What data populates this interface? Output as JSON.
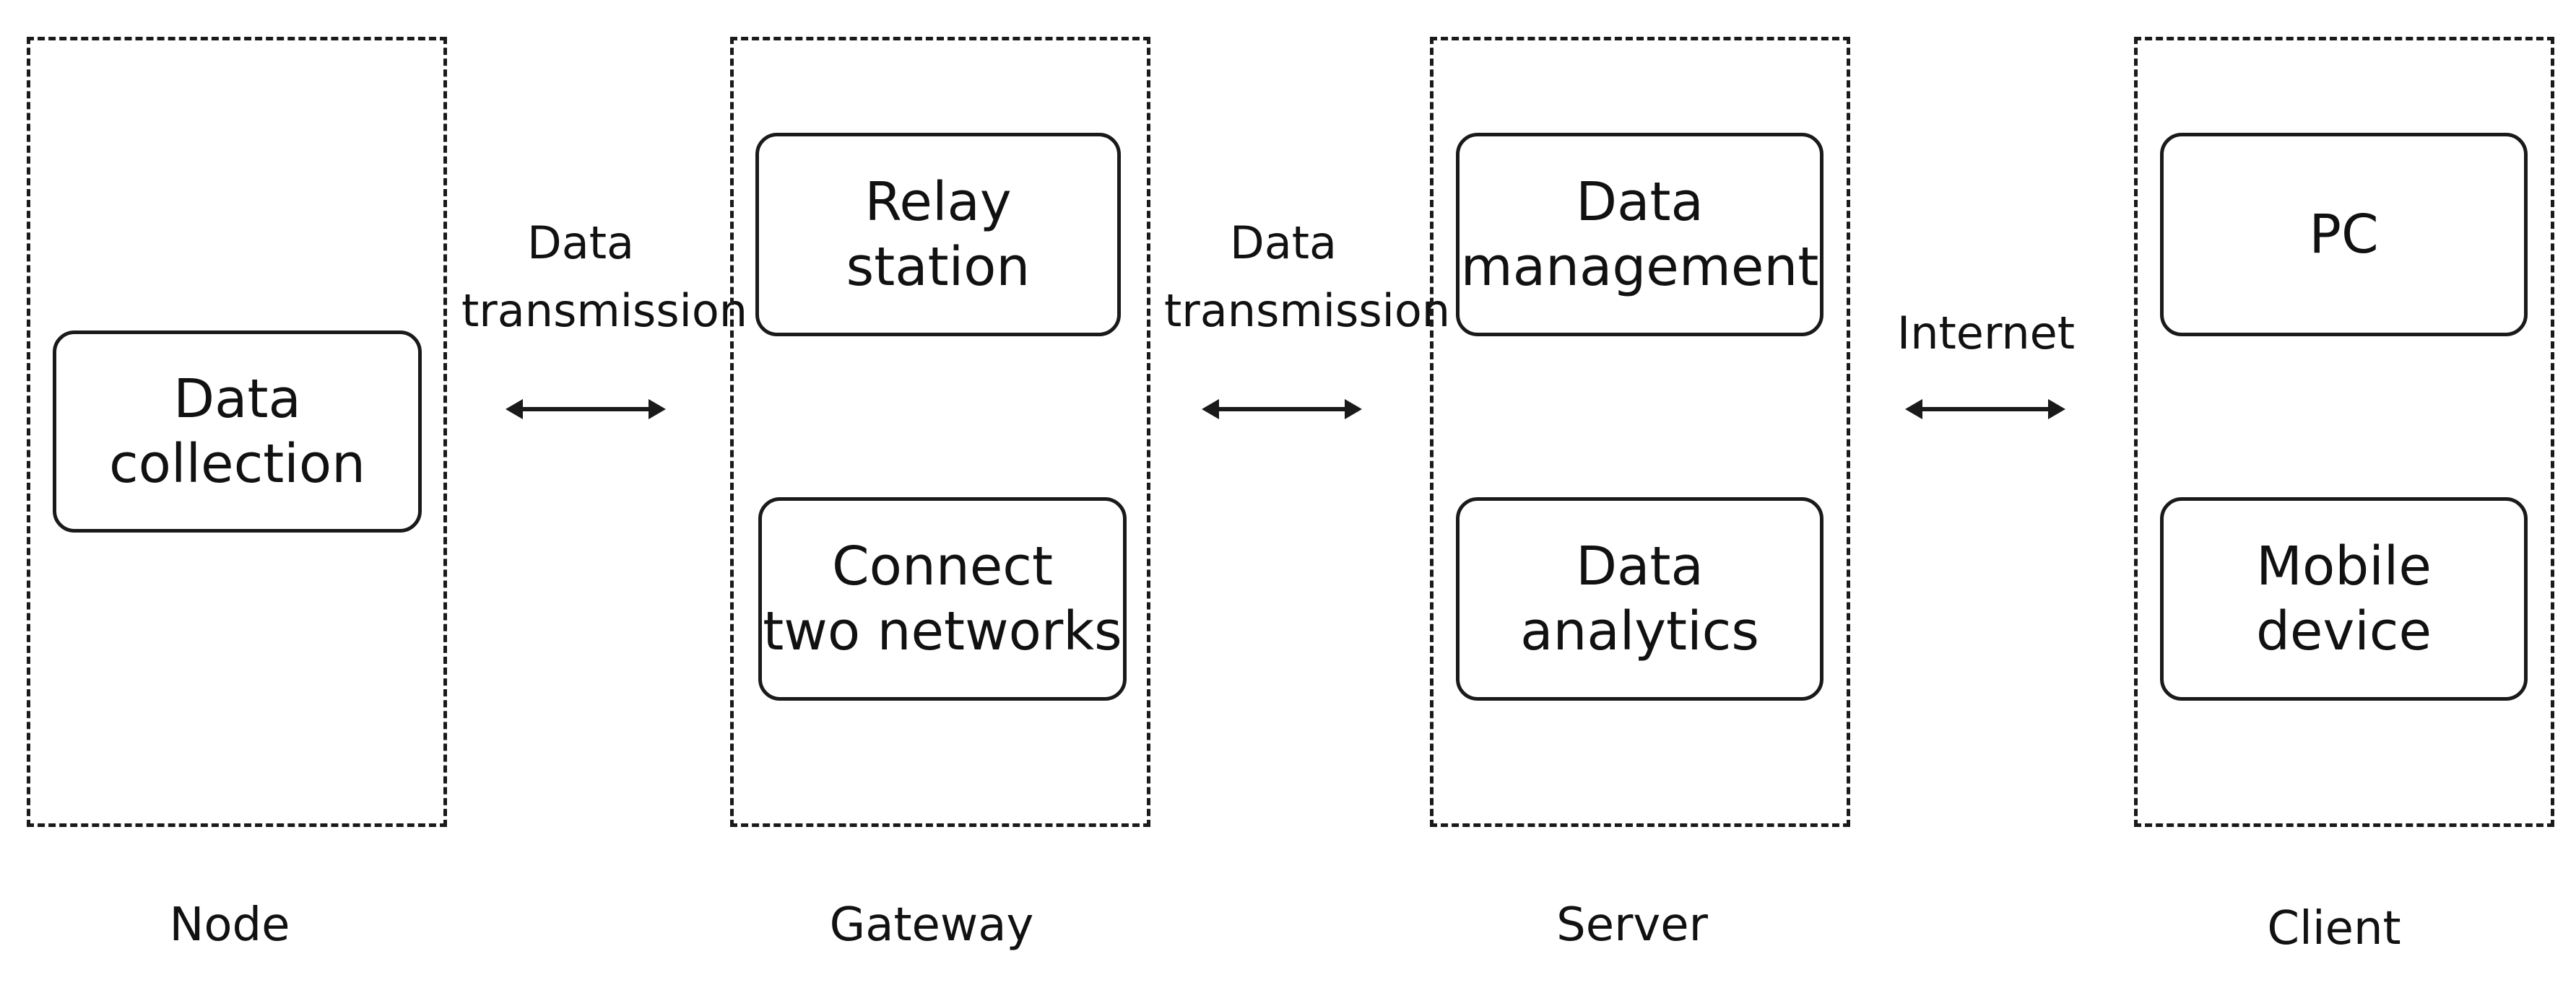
{
  "groups": [
    {
      "label": "Node",
      "boxes": [
        {
          "lines": [
            "Data",
            "collection"
          ]
        }
      ]
    },
    {
      "label": "Gateway",
      "boxes": [
        {
          "lines": [
            "Relay",
            "station"
          ]
        },
        {
          "lines": [
            "Connect",
            "two networks"
          ]
        }
      ]
    },
    {
      "label": "Server",
      "boxes": [
        {
          "lines": [
            "Data",
            "management"
          ]
        },
        {
          "lines": [
            "Data",
            "analytics"
          ]
        }
      ]
    },
    {
      "label": "Client",
      "boxes": [
        {
          "lines": [
            "PC"
          ]
        },
        {
          "lines": [
            "Mobile",
            "device"
          ]
        }
      ]
    }
  ],
  "connections": [
    {
      "lines": [
        "Data",
        "transmission"
      ],
      "arrow": "double"
    },
    {
      "lines": [
        "Data",
        "transmission"
      ],
      "arrow": "double"
    },
    {
      "lines": [
        "Internet"
      ],
      "arrow": "double"
    }
  ],
  "colors": {
    "stroke": "#1a1a1a",
    "text": "#111111",
    "background": "#ffffff"
  },
  "icons": {
    "connector": "double-headed-arrow-icon"
  }
}
